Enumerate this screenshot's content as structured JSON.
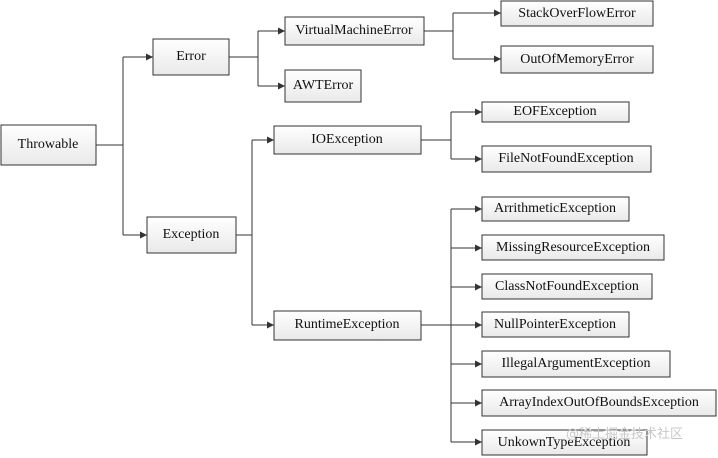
{
  "diagram": {
    "nodes": {
      "throwable": "Throwable",
      "error": "Error",
      "exception": "Exception",
      "virtual_machine_error": "VirtualMachineError",
      "awt_error": "AWTError",
      "stack_overflow_error": "StackOverFlowError",
      "out_of_memory_error": "OutOfMemoryError",
      "io_exception": "IOException",
      "eof_exception": "EOFException",
      "file_not_found_exception": "FileNotFoundException",
      "runtime_exception": "RuntimeException",
      "arithmetic_exception": "ArrithmeticException",
      "missing_resource_exception": "MissingResourceException",
      "class_not_found_exception": "ClassNotFoundException",
      "null_pointer_exception": "NullPointerException",
      "illegal_argument_exception": "IllegalArgumentException",
      "array_index_out_of_bounds_exception": "ArrayIndexOutOfBoundsException",
      "unknown_type_exception": "UnkownTypeException"
    },
    "watermark": "@稀土掘金技术社区"
  }
}
